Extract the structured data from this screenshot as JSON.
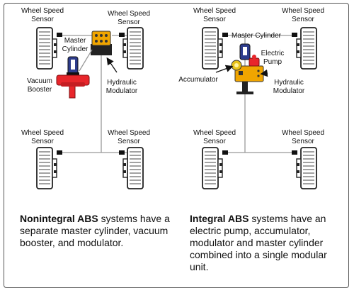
{
  "left_diagram": {
    "wheel_speed_sensor_label_line1": "Wheel Speed",
    "wheel_speed_sensor_label_line2": "Sensor",
    "master_cylinder_line1": "Master",
    "master_cylinder_line2": "Cylinder",
    "vacuum_booster_line1": "Vacuum",
    "vacuum_booster_line2": "Booster",
    "hydraulic_modulator_line1": "Hydraulic",
    "hydraulic_modulator_line2": "Modulator"
  },
  "right_diagram": {
    "wheel_speed_sensor_label_line1": "Wheel Speed",
    "wheel_speed_sensor_label_line2": "Sensor",
    "master_cylinder": "Master Cylinder",
    "electric_pump_line1": "Electric",
    "electric_pump_line2": "Pump",
    "accumulator": "Accumulator",
    "hydraulic_modulator_line1": "Hydraulic",
    "hydraulic_modulator_line2": "Modulator"
  },
  "captions": {
    "left_bold": "Nonintegral ABS",
    "left_text": " systems have a separate master cylinder, vacuum booster, and modulator.",
    "right_bold": "Integral ABS",
    "right_text": " systems have an electric pump, accumulator, modulator and master cylinder combined into a single modular unit."
  },
  "colors": {
    "brake_line": "#999999",
    "modulator_body": "#f0a500",
    "vacuum_booster": "#e8262b",
    "master_cylinder": "#2d3c8c",
    "electric_pump": "#e8262b",
    "accumulator": "#e8c21a"
  }
}
